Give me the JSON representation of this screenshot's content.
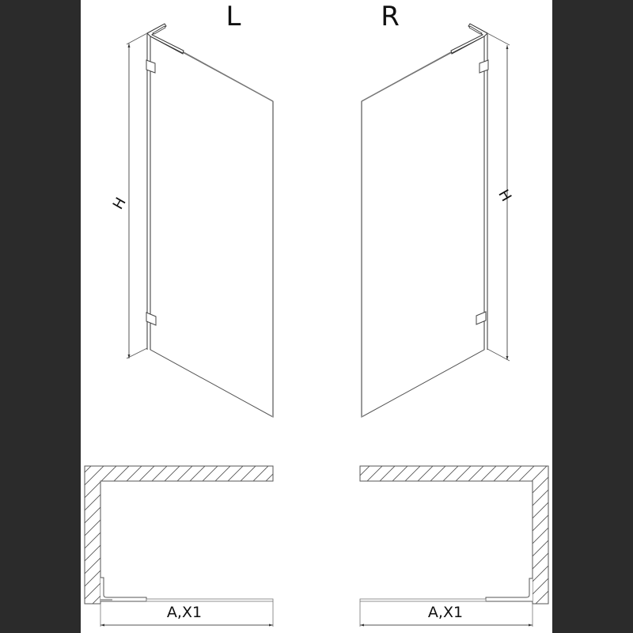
{
  "colors": {
    "frame": "#2b2b2b",
    "sheet": "#ffffff",
    "line": "#555555",
    "dark_line": "#222222"
  },
  "views": {
    "left": {
      "label": "L",
      "height_label": "H",
      "width_label": "A,X1"
    },
    "right": {
      "label": "R",
      "height_label": "H",
      "width_label": "A,X1"
    }
  }
}
